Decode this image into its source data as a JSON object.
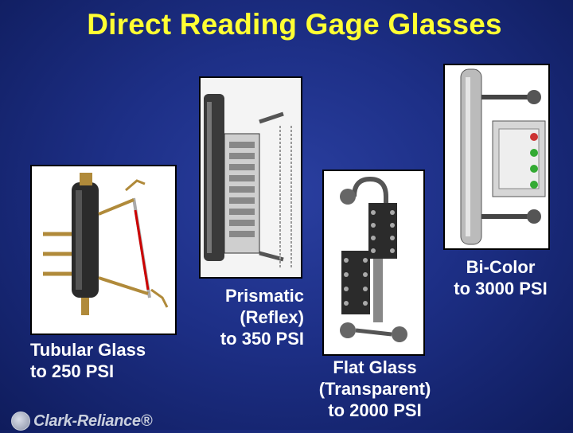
{
  "slide": {
    "title": "Direct Reading Gage Glasses"
  },
  "captions": {
    "tubular": [
      "Tubular Glass",
      "to 250 PSI"
    ],
    "prismatic": [
      "Prismatic",
      "(Reflex)",
      "to 350 PSI"
    ],
    "flat": [
      "Flat Glass",
      "(Transparent)",
      "to 2000 PSI"
    ],
    "bicolor": [
      "Bi-Color",
      "to 3000 PSI"
    ]
  },
  "logo": {
    "text": "Clark-Reliance®"
  },
  "colors": {
    "title": "#ffff33",
    "caption": "#ffffff",
    "background": "#1d2f86"
  }
}
